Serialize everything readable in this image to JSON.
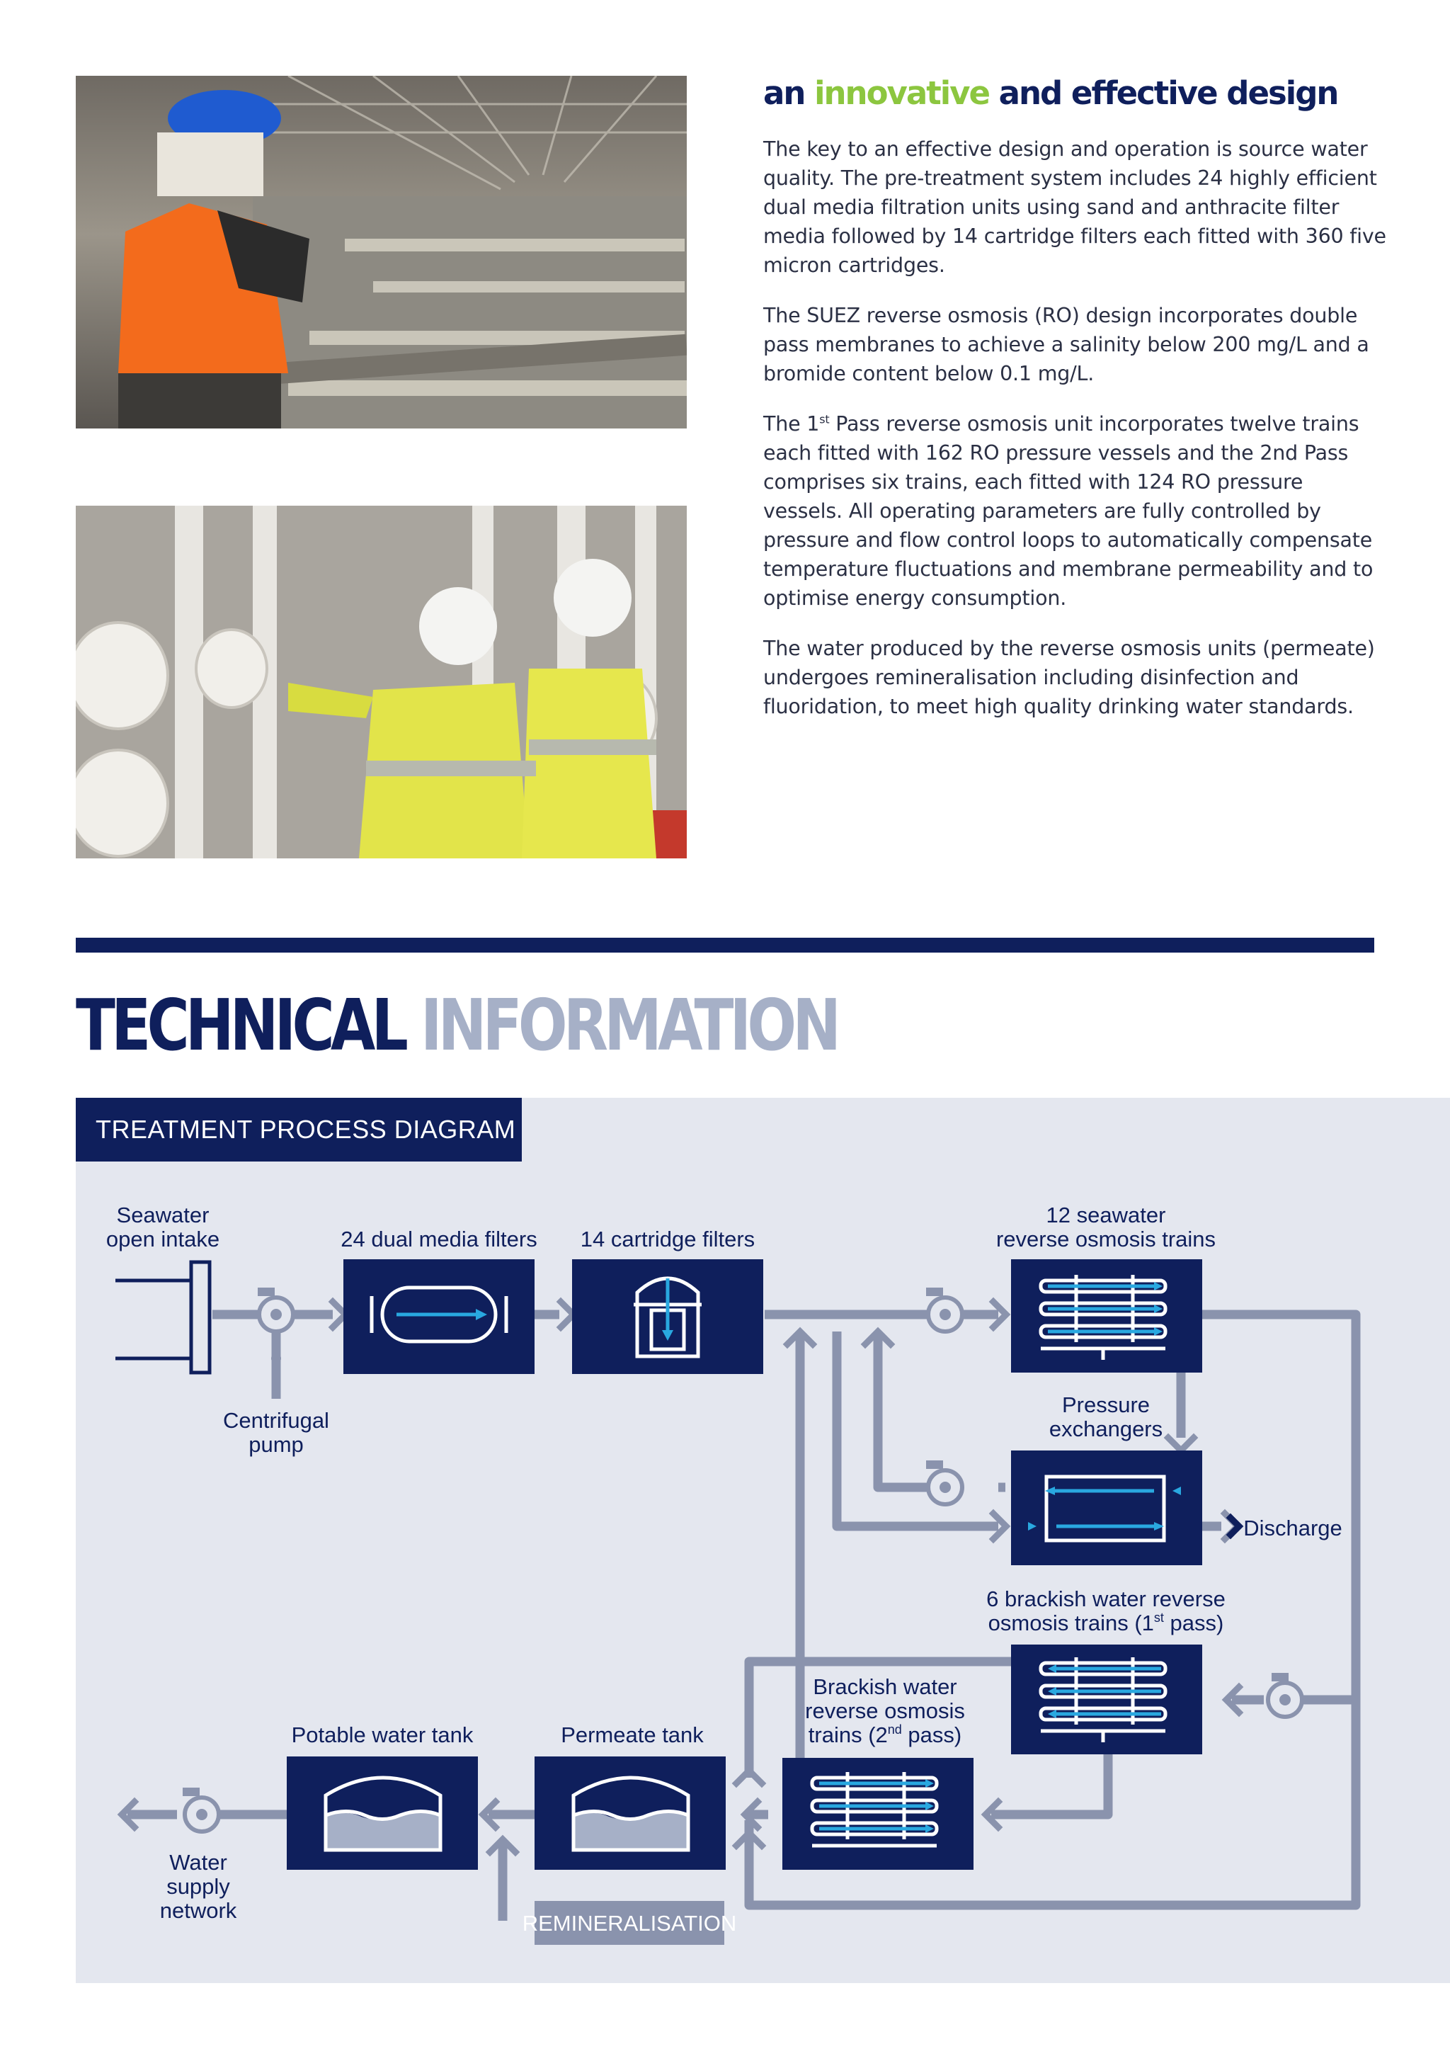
{
  "article": {
    "heading_pre": "an ",
    "heading_accent": "innovative",
    "heading_post": " and effective design",
    "p1": "The key to an effective design and operation is source water quality. The pre-treatment system includes 24 highly efficient dual media filtration units using sand and anthracite filter media followed by 14 cartridge filters each fitted with 360 five micron cartridges.",
    "p2": "The SUEZ reverse osmosis (RO) design incorporates double pass membranes to achieve a salinity below 200 mg/L and a bromide content below 0.1 mg/L.",
    "p3_pre": "The 1",
    "p3_sup": "st",
    "p3_post": " Pass reverse osmosis unit incorporates twelve trains each fitted with 162 RO pressure vessels and the 2nd Pass comprises six trains, each fitted with 124 RO pressure vessels. All operating parameters are fully controlled by pressure and flow control loops to automatically compensate temperature fluctuations and membrane permeability and to optimise energy consumption.",
    "p4": "The water produced by the reverse osmosis units (permeate) undergoes remineralisation including disinfection and fluoridation, to meet high quality drinking water standards."
  },
  "section": {
    "title_dark": "TECHNICAL",
    "title_light": "INFORMATION",
    "diagram_label": "TREATMENT PROCESS DIAGRAM"
  },
  "diagram": {
    "seawater_intake": [
      "Seawater",
      "open intake"
    ],
    "centrifugal_pump": [
      "Centrifugal",
      "pump"
    ],
    "dual_media": "24 dual media filters",
    "cartridge": "14 cartridge filters",
    "seawater_ro": [
      "12 seawater",
      "reverse osmosis trains"
    ],
    "pressure_exchangers": [
      "Pressure",
      "exchangers"
    ],
    "discharge": "Discharge",
    "brackish_first": [
      "6 brackish water reverse",
      "osmosis trains (1",
      "st",
      " pass)"
    ],
    "brackish_second": [
      "Brackish water",
      "reverse osmosis",
      "trains (2",
      "nd",
      " pass)"
    ],
    "potable_tank": "Potable water tank",
    "permeate_tank": "Permeate tank",
    "remineralisation": "REMINERALISATION",
    "water_supply": [
      "Water",
      "supply",
      "network"
    ]
  },
  "colors": {
    "navy": "#0f1f5c",
    "accent_green": "#8cc63f",
    "title_light": "#a6b0c7",
    "panel_bg": "#e4e7ef",
    "pipe_grey": "#8a93ad",
    "flow_blue": "#29a8e0"
  },
  "icons": [
    "pump-icon",
    "filter-vessel-icon",
    "cartridge-icon",
    "membrane-rack-icon",
    "exchanger-icon",
    "tank-icon",
    "arrow-chevron-icon"
  ]
}
